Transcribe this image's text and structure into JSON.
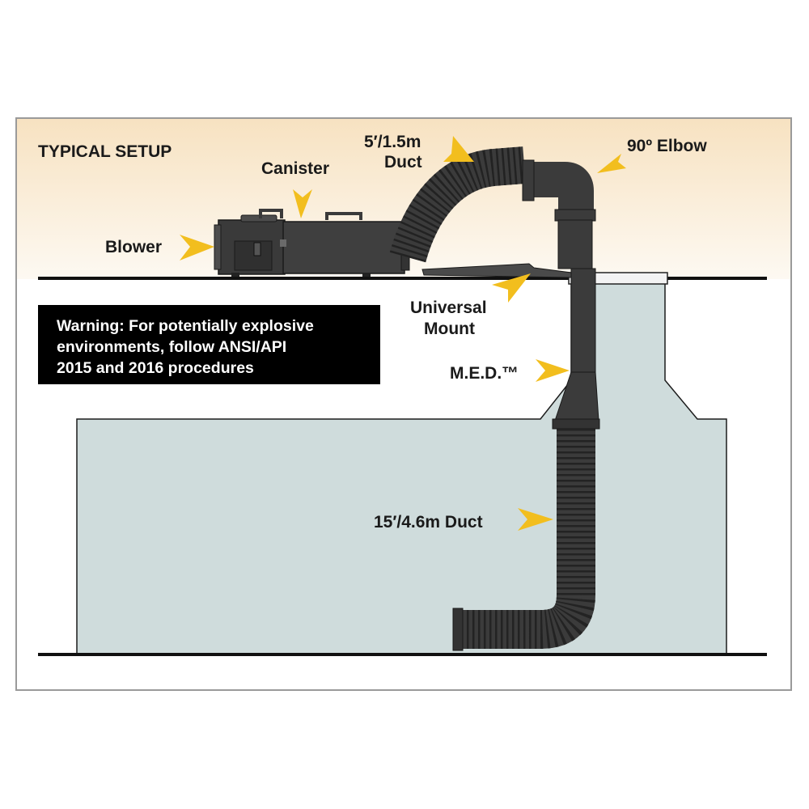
{
  "title": "TYPICAL SETUP",
  "labels": {
    "blower": "Blower",
    "canister": "Canister",
    "duct_short_line1": "5′/1.5m",
    "duct_short_line2": "Duct",
    "elbow": "90º Elbow",
    "mount_line1": "Universal",
    "mount_line2": "Mount",
    "med": "M.E.D.™",
    "duct_long": "15′/4.6m Duct"
  },
  "warning": "Warning: For potentially explosive\nenvironments, follow ANSI/API\n2015 and 2016 procedures",
  "colors": {
    "sky_top": "#f7e2c1",
    "sky_bottom": "#fdf9f2",
    "tank_fill": "#cfdcdc",
    "equipment": "#3b3b3b",
    "ribs": "#232323",
    "pointer": "#f2be1e",
    "frame": "#9a9a9a"
  }
}
